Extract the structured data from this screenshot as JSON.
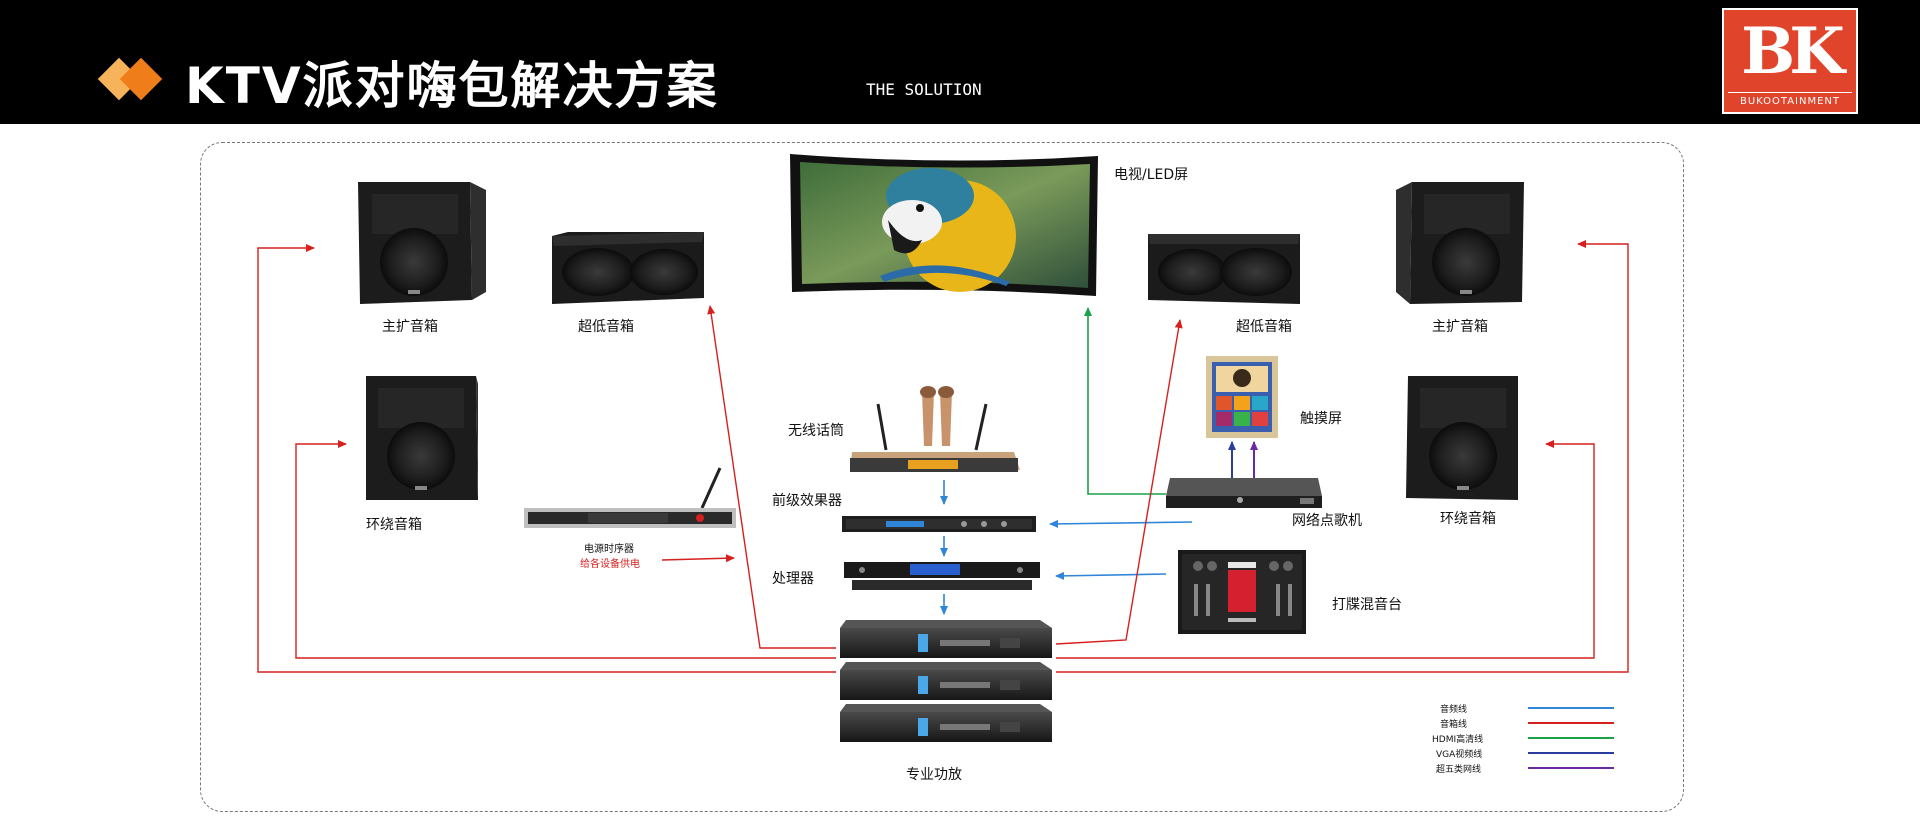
{
  "header": {
    "title": "KTV派对嗨包解决方案",
    "subtitle": "THE SOLUTION"
  },
  "logo": {
    "mark": "BK",
    "brand": "BUKOOTAINMENT"
  },
  "labels": {
    "tv": "电视/LED屏",
    "main_speaker": "主扩音箱",
    "sub_speaker": "超低音箱",
    "surround_speaker": "环绕音箱",
    "touch_screen": "触摸屏",
    "wireless_mic": "无线话筒",
    "preamp_effects": "前级效果器",
    "processor": "处理器",
    "network_player": "网络点歌机",
    "dj_mixer": "打牒混音台",
    "power_sequencer": "电源时序器",
    "power_supply_note": "给各设备供电",
    "amplifier": "专业功放"
  },
  "legend": [
    {
      "label": "音频线",
      "color": "#2f86d8"
    },
    {
      "label": "音箱线",
      "color": "#d6201f"
    },
    {
      "label": "HDMI高清线",
      "color": "#1aa24a"
    },
    {
      "label": "VGA视频线",
      "color": "#2a3d9e"
    },
    {
      "label": "超五类网线",
      "color": "#6a2a9e"
    }
  ],
  "colors": {
    "header_bg": "#000000",
    "accent_orange": "#ef7d1a",
    "logo_red": "#e0452b"
  }
}
